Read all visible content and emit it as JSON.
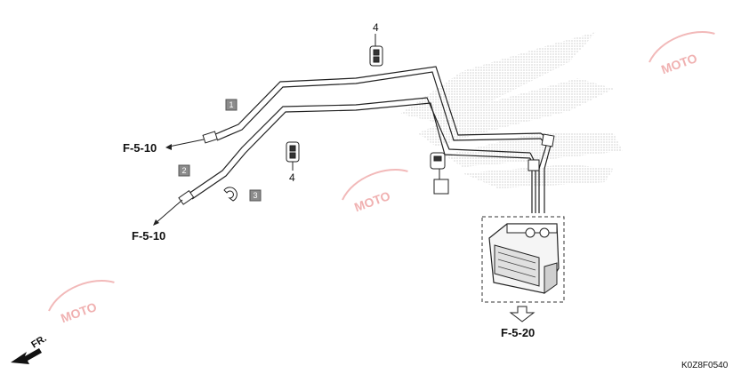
{
  "references": {
    "f510_upper": "F-5-10",
    "f510_lower": "F-5-10",
    "f520": "F-5-20"
  },
  "part_numbers": {
    "clip_top": "4",
    "clip_middle": "4"
  },
  "badges": {
    "pipe_1": "1",
    "pipe_2": "2",
    "bolt_3": "3"
  },
  "direction_label": "FR.",
  "diagram_code": "K0Z8F0540",
  "watermark": {
    "text": "MOTO",
    "count": 3
  },
  "colors": {
    "line": "#222222",
    "badge_fill": "#8c8c8c",
    "watermark": "#e57373",
    "halftone": "#bdbdbd"
  }
}
